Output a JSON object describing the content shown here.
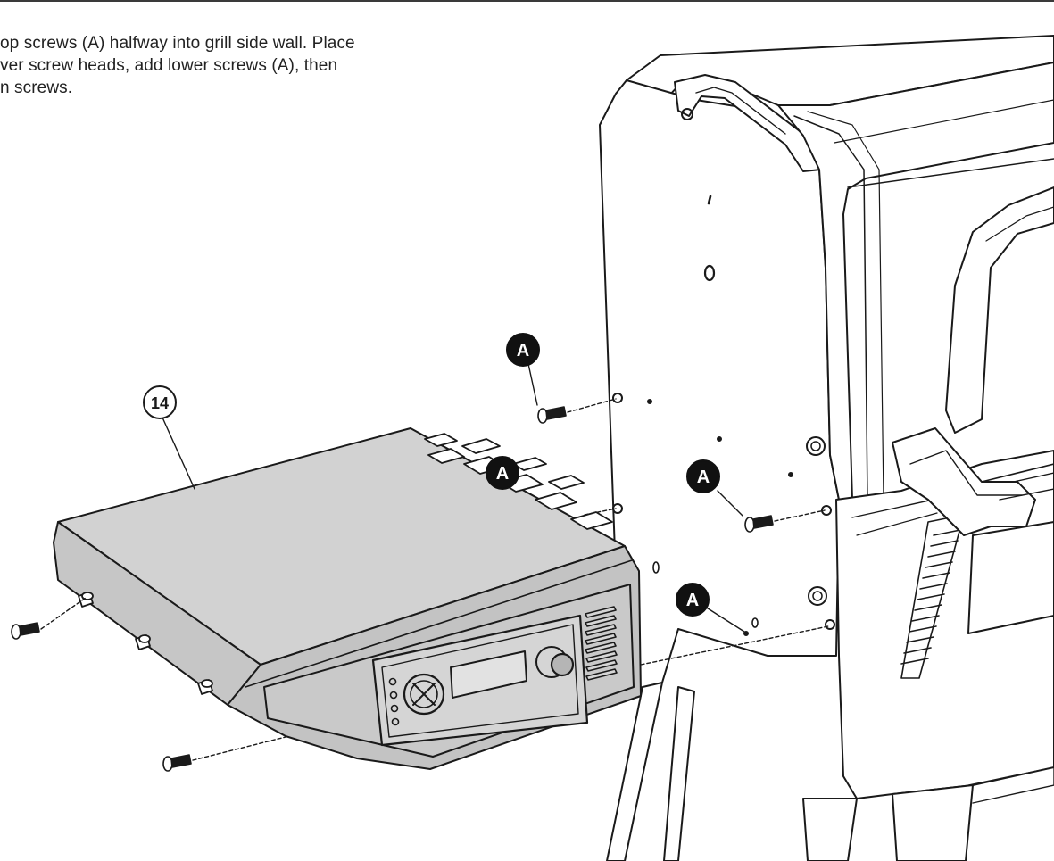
{
  "instruction": {
    "lines": [
      "op screws (A) halfway into grill side wall. Place",
      "ver screw heads, add lower screws (A), then",
      "n screws."
    ]
  },
  "callouts": {
    "part_number": "14",
    "screw_label": "A"
  },
  "colors": {
    "line": "#1a1a1a",
    "box_fill": "#d2d2d2",
    "box_front": "#c3c3c3",
    "box_side": "#b9b9b9",
    "badge": "#111111",
    "badge_text": "#ffffff"
  }
}
